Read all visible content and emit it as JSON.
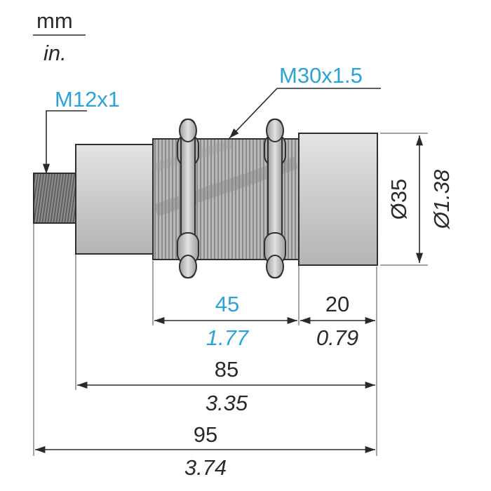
{
  "colors": {
    "accent": "#2aa3d8",
    "text": "#2a2a2a",
    "body": "#c9c9c9",
    "thread_dark": "#7a7a7a",
    "thread_mid": "#b3b3b3"
  },
  "units": {
    "primary": "mm",
    "secondary": "in."
  },
  "labels": {
    "connector_thread": "M12x1",
    "body_thread": "M30x1.5"
  },
  "dimensions": {
    "thread_length": {
      "mm": "45",
      "in": "1.77"
    },
    "head_length": {
      "mm": "20",
      "in": "0.79"
    },
    "body_length": {
      "mm": "85",
      "in": "3.35"
    },
    "overall_length": {
      "mm": "95",
      "in": "3.74"
    },
    "diameter": {
      "mm": "Ø35",
      "in": "Ø1.38"
    }
  }
}
